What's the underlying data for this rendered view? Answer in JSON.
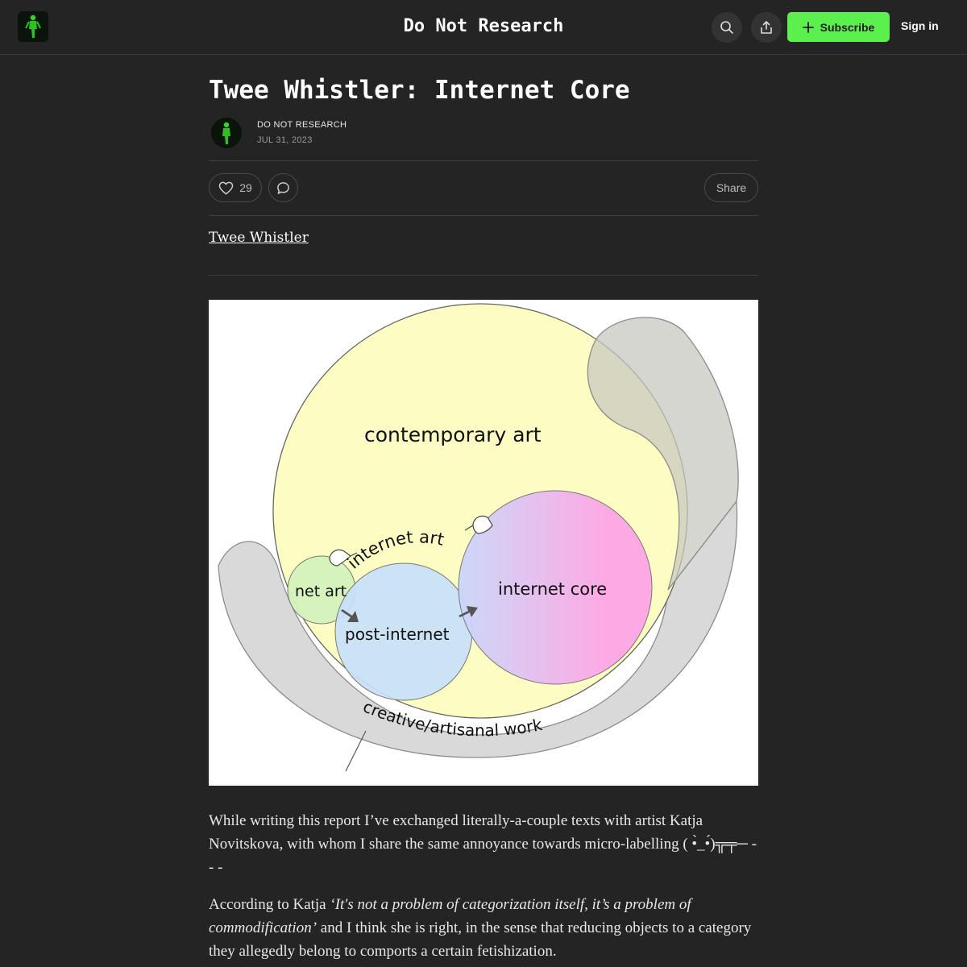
{
  "header": {
    "site_title": "Do Not Research",
    "subscribe_label": "Subscribe",
    "signin_label": "Sign in"
  },
  "post": {
    "title": "Twee Whistler: Internet Core",
    "author": "DO NOT RESEARCH",
    "date": "JUL 31, 2023",
    "likes": "29",
    "share_label": "Share",
    "series_link": "Twee Whistler"
  },
  "figure": {
    "labels": {
      "contemporary_art": "contemporary art",
      "internet_art": "internet art",
      "net_art": "net art",
      "post_internet": "post-internet",
      "internet_core": "internet core",
      "creative_work": "creative/artisanal work"
    },
    "colors": {
      "contemporary_fill": "#fdfdbe",
      "band_fill": "#d9d9d9",
      "net_art_fill": "#d4f2bc",
      "post_internet_fill": "#c8e0fa",
      "core_start": "#c9d6fb",
      "core_end": "#fda6e6"
    }
  },
  "body": {
    "p1": "While writing this report I’ve exchanged literally-a-couple texts with artist Katja Novitskova, with whom I share the same annoyance towards micro-labelling ( •̀_•́)╦╤─ - - -",
    "p2_lead": "According to Katja ",
    "p2_quote": "‘It's not a problem of categorization itself, it’s a problem of commodification’",
    "p2_tail": " and I think she is right, in the sense that reducing objects to a category they allegedly belong to comports a certain fetishization."
  },
  "icons": {
    "logo": "green-figure-logo",
    "search": "search-icon",
    "share": "share-icon",
    "subscribe": "plus-icon",
    "like": "heart-icon",
    "comment": "comment-icon"
  },
  "accent": "#5bf04e"
}
